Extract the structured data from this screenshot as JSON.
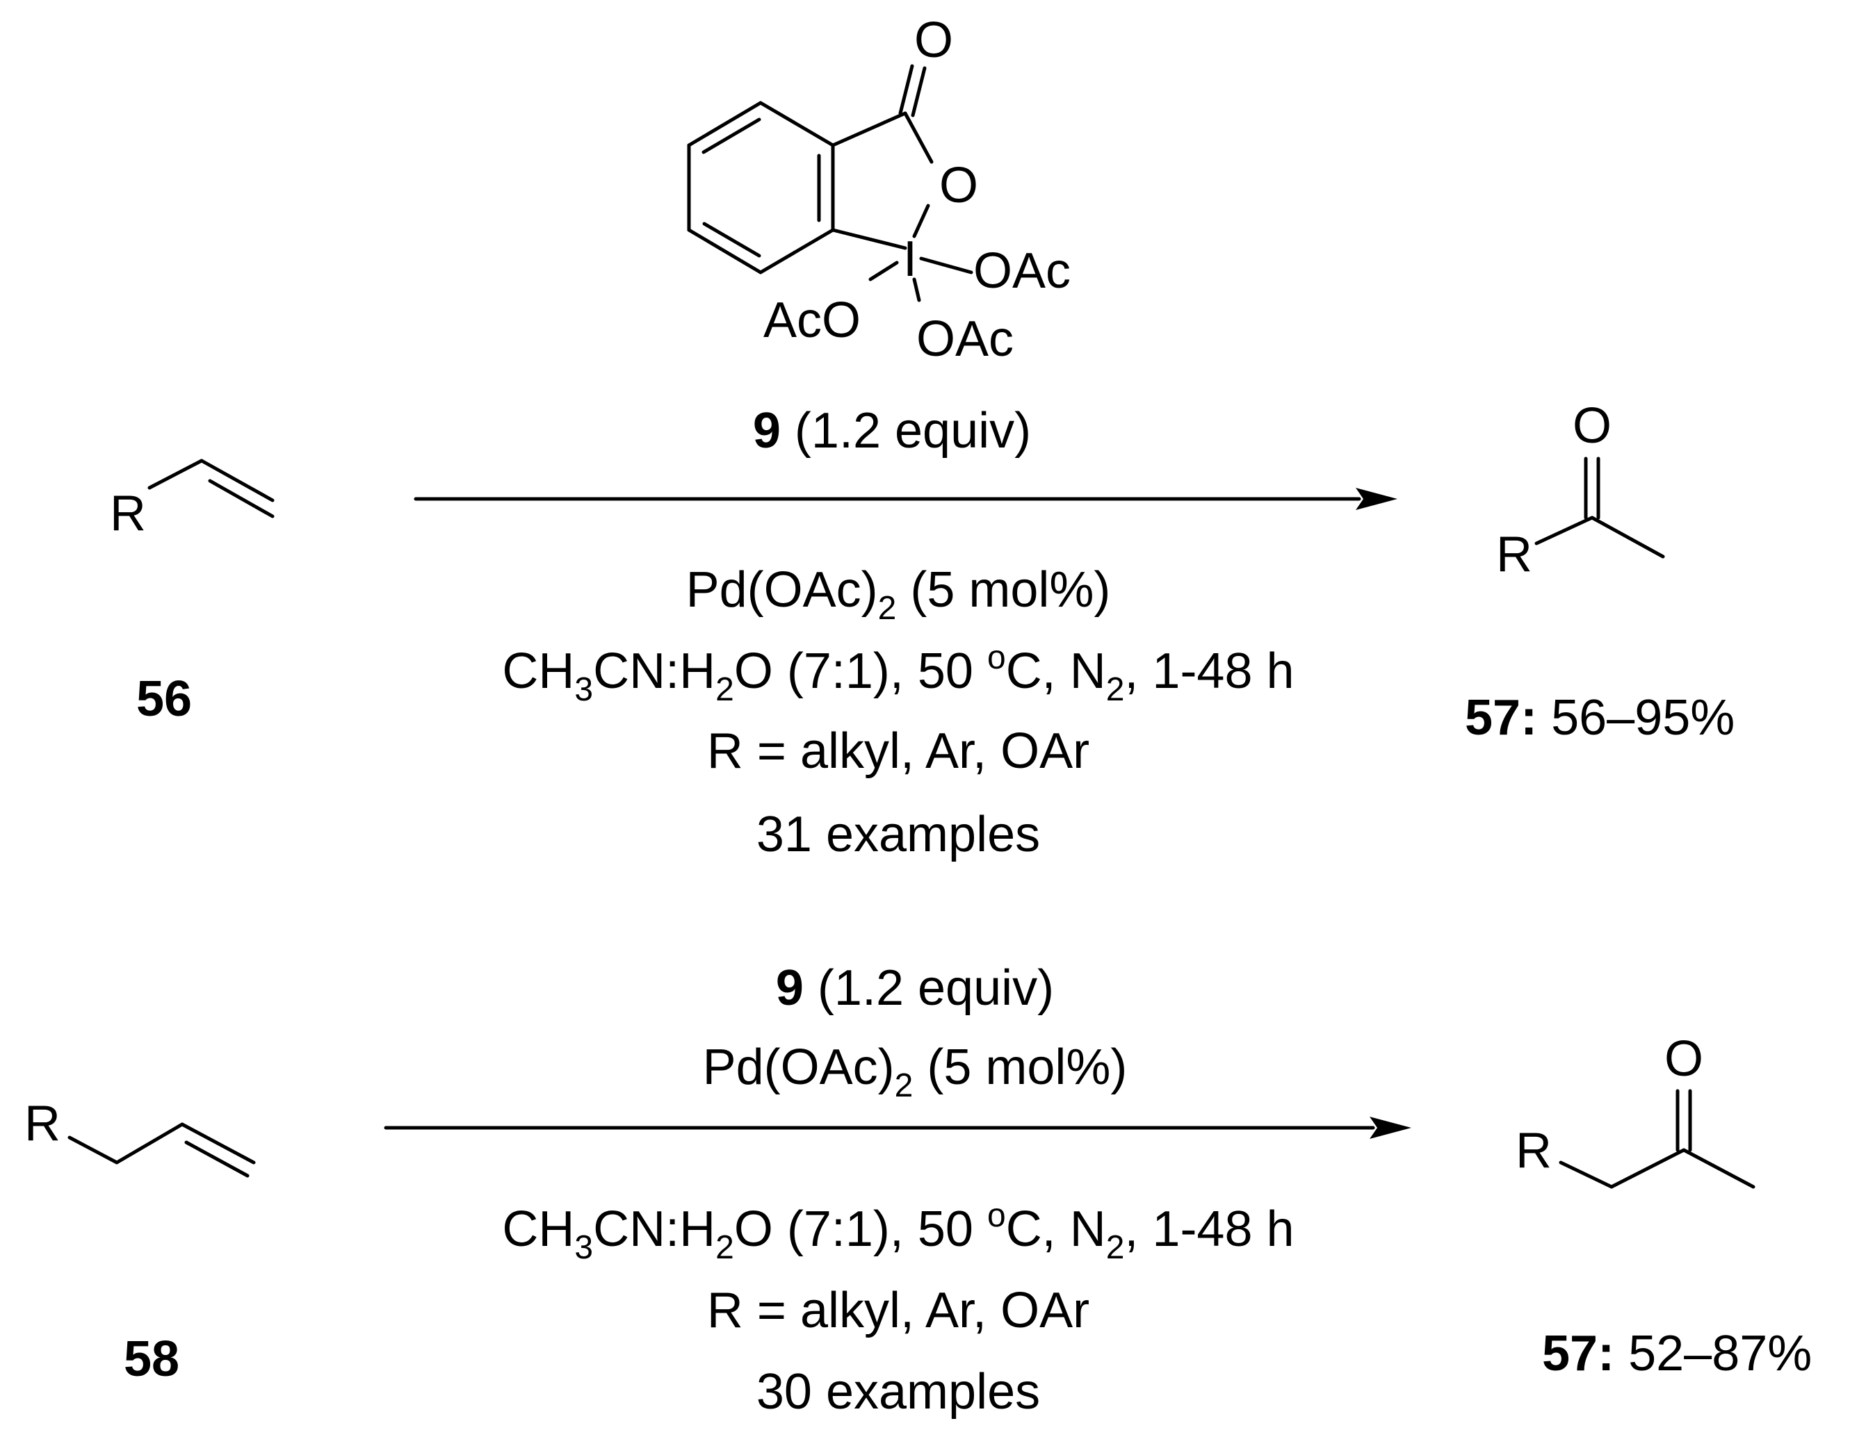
{
  "reagent": {
    "atoms": {
      "carbonyl_o": "O",
      "ring_o": "O",
      "iodine": "I",
      "oac_right": "OAc",
      "aco_left": "AcO",
      "oac_bottom": "OAc"
    }
  },
  "reaction1": {
    "substrate": {
      "r_label": "R",
      "compound": "56"
    },
    "above": {
      "compound": "9",
      "amount": " (1.2 equiv)"
    },
    "below": {
      "catalyst": {
        "a": "Pd(OAc)",
        "sub": "2",
        "b": " (5 mol%)"
      },
      "solvent": {
        "a": "CH",
        "s1": "3",
        "b": "CN:H",
        "s2": "2",
        "c": "O (7:1), 50 ",
        "sup": "o",
        "d": "C, N",
        "s3": "2",
        "e": ", 1-48 h"
      },
      "scope": "R = alkyl, Ar, OAr",
      "examples": "31 examples"
    },
    "product": {
      "o_label": "O",
      "r_label": "R",
      "compound": "57:",
      "yield": " 56–95%"
    }
  },
  "reaction2": {
    "substrate": {
      "r_label": "R",
      "compound": "58"
    },
    "above": {
      "line1": {
        "compound": "9",
        "amount": " (1.2 equiv)"
      },
      "catalyst": {
        "a": "Pd(OAc)",
        "sub": "2",
        "b": " (5 mol%)"
      }
    },
    "below": {
      "solvent": {
        "a": "CH",
        "s1": "3",
        "b": "CN:H",
        "s2": "2",
        "c": "O (7:1), 50 ",
        "sup": "o",
        "d": "C, N",
        "s3": "2",
        "e": ", 1-48 h"
      },
      "scope": "R = alkyl, Ar, OAr",
      "examples": "30 examples"
    },
    "product": {
      "o_label": "O",
      "r_label": "R",
      "compound": "57:",
      "yield": " 52–87%"
    }
  }
}
